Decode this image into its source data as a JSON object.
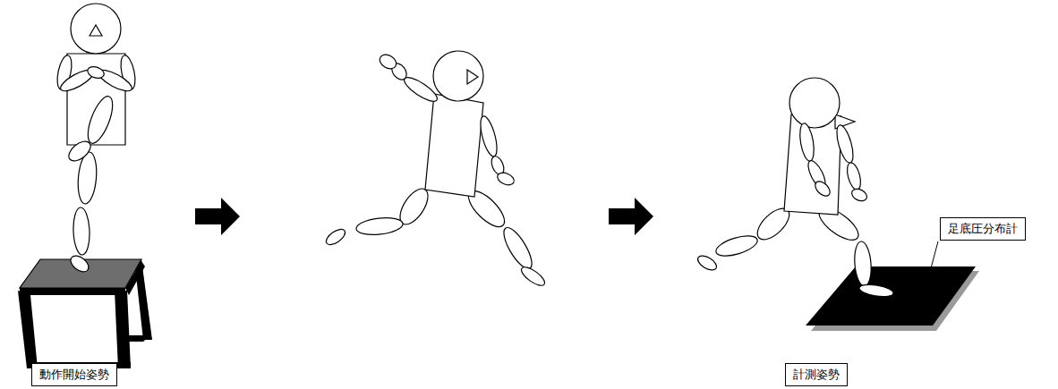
{
  "diagram": {
    "nodes": [
      {
        "text": [
          "動作開始姿勢"
        ]
      },
      {
        "text": [
          "計測姿勢"
        ]
      },
      {
        "text": [
          "足底圧分布計"
        ]
      }
    ]
  }
}
